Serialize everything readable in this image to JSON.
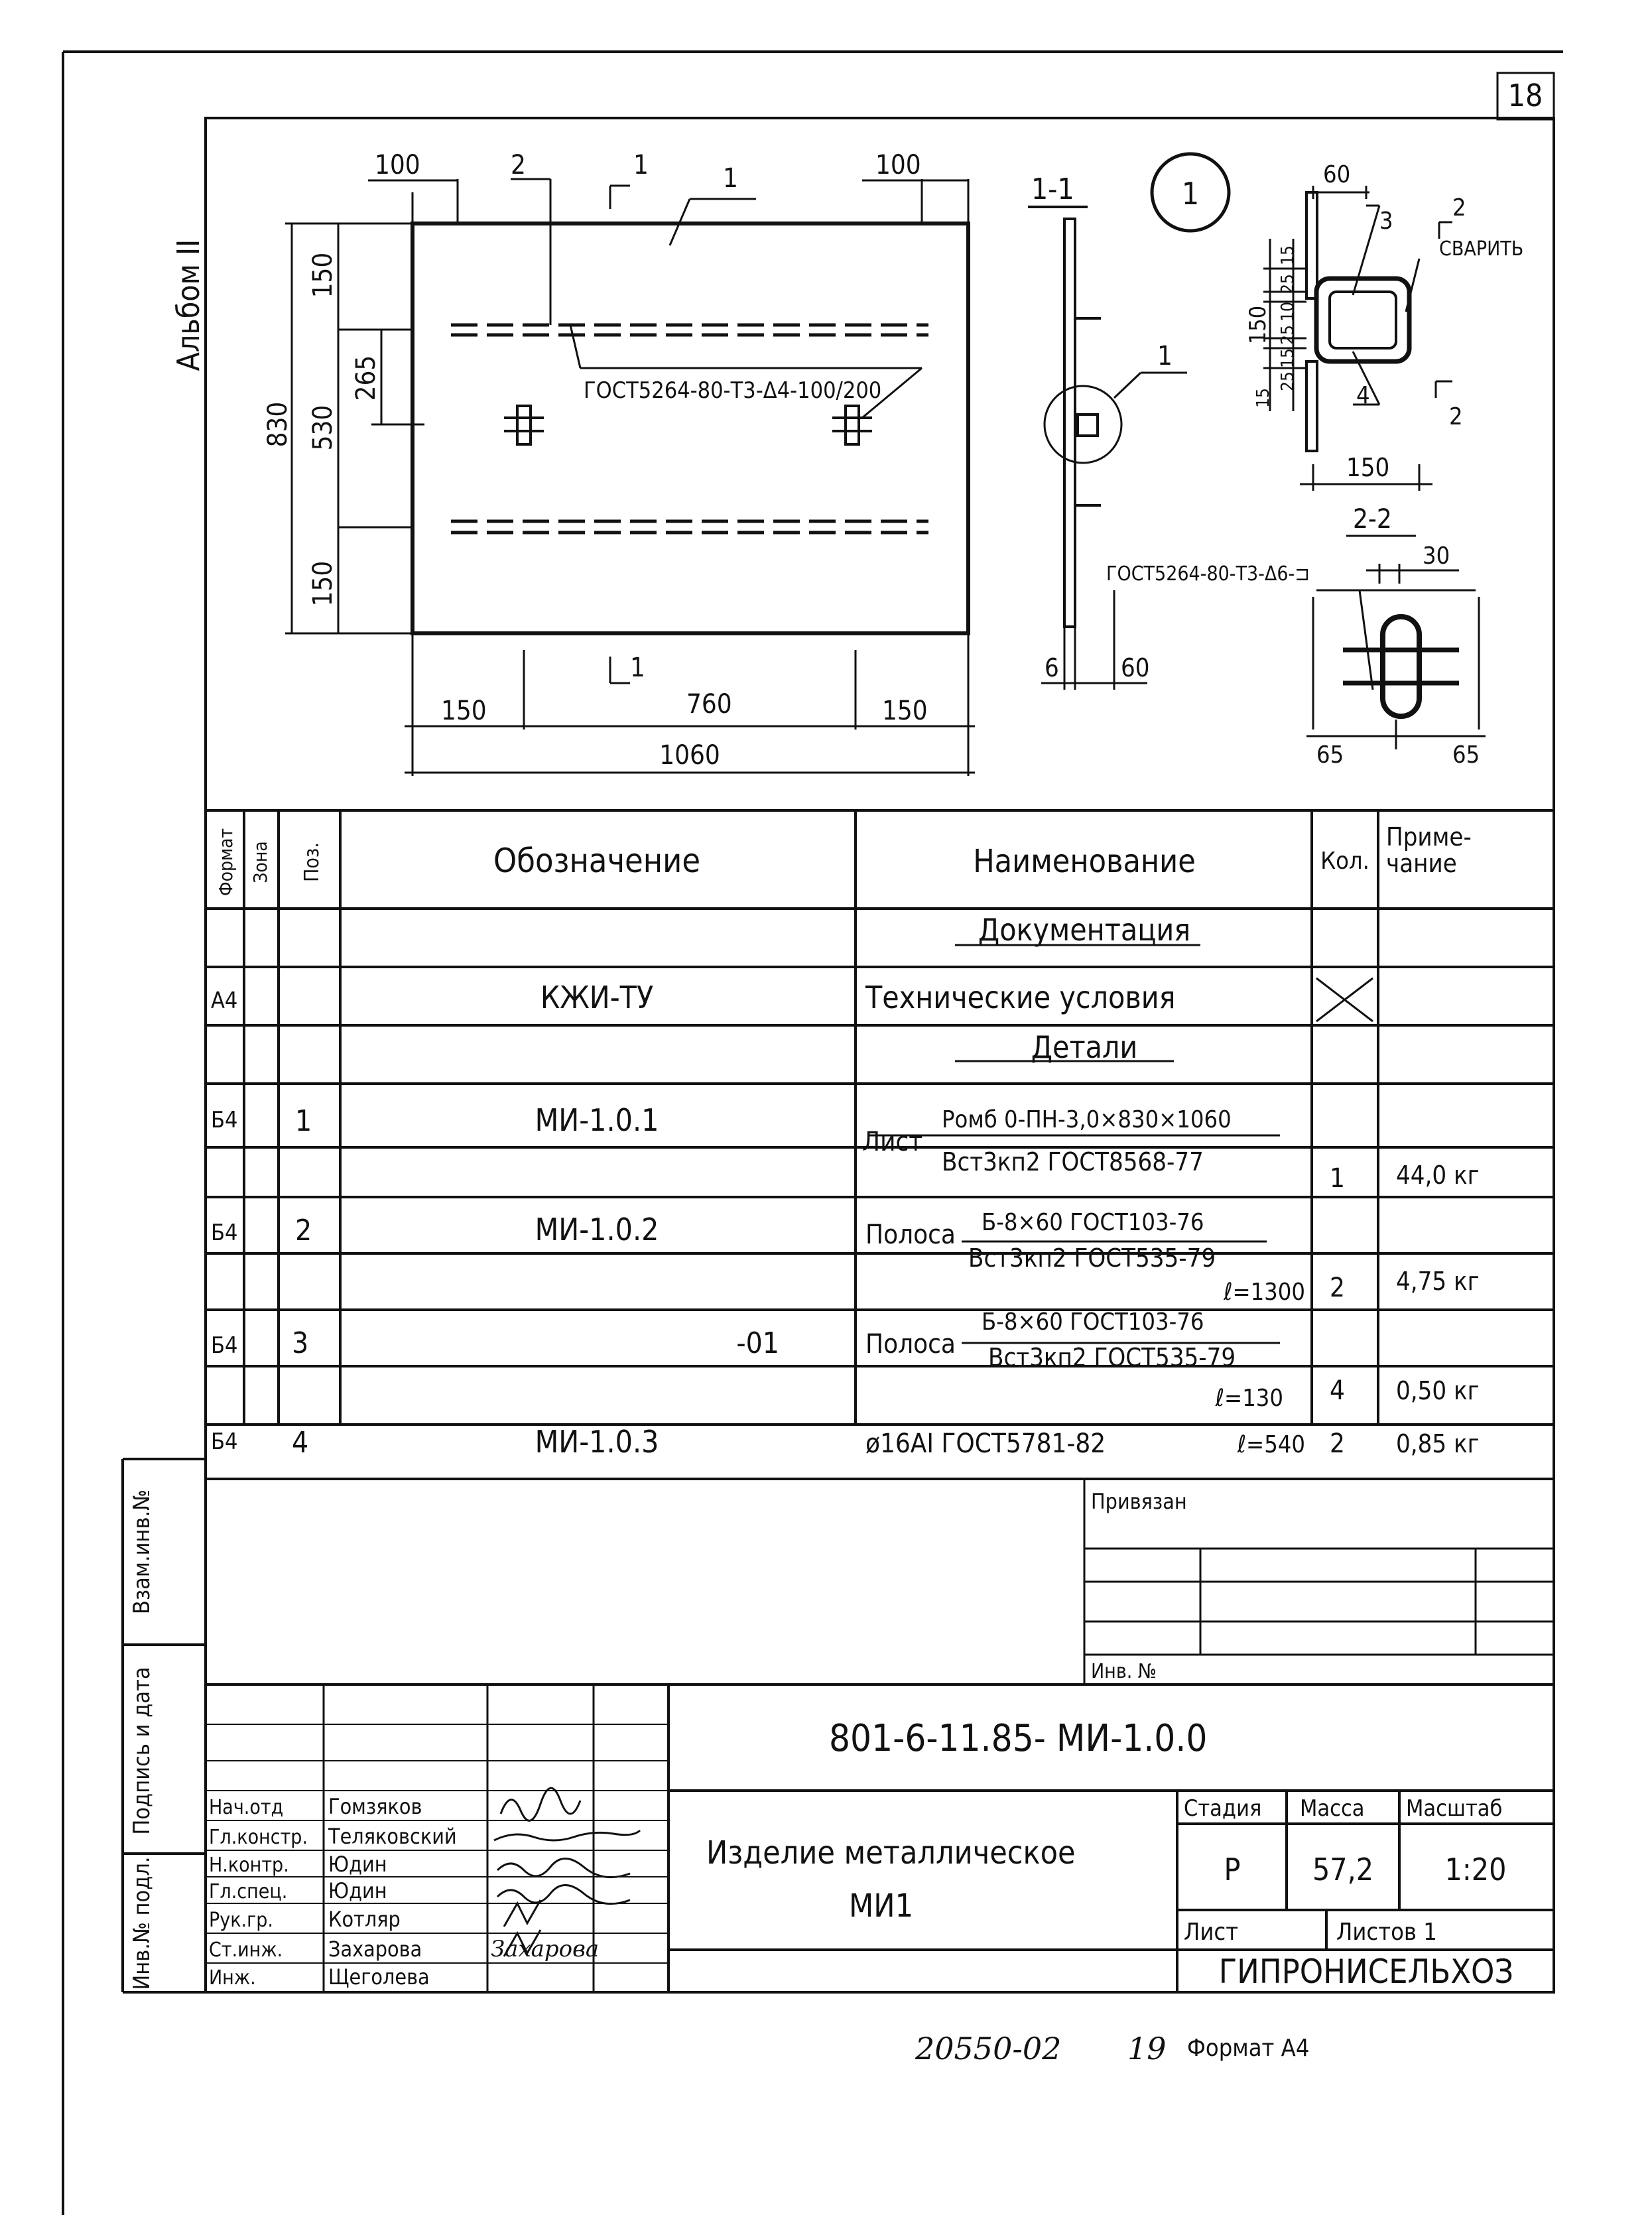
{
  "sheet_number": "18",
  "album_label": "Альбом II",
  "main_view": {
    "dims": [
      "100",
      "2",
      "1",
      "1",
      "100",
      "830",
      "150",
      "265",
      "530",
      "150",
      "150",
      "1",
      "760",
      "150",
      "1060"
    ],
    "weld_callout": "ГОСТ5264-80-Т3-Δ4-100/200"
  },
  "section_1_1": {
    "title": "1-1",
    "dim_left": "6",
    "dim_right": "60",
    "callout": "1"
  },
  "detail_1": {
    "number": "1",
    "dims": [
      "60",
      "3",
      "2",
      "СВАРИТЬ",
      "15",
      "25",
      "10",
      "25",
      "150",
      "15",
      "25",
      "15",
      "4",
      "2",
      "150"
    ]
  },
  "section_2_2": {
    "title": "2-2",
    "callout": "ГОСТ5264-80-Т3-Δ6-⊐",
    "dims": [
      "30",
      "65",
      "65"
    ]
  },
  "spec_table": {
    "headers": {
      "format": "Формат",
      "zone": "Зона",
      "pos": "Поз.",
      "designation": "Обозначение",
      "name": "Наименование",
      "qty": "Кол.",
      "note": "Приме-\nчание"
    },
    "rows": [
      {
        "heading": "Документация"
      },
      {
        "format": "А4",
        "designation": "КЖИ-ТУ",
        "name": "Технические условия",
        "qty_cross": true
      },
      {
        "heading": "Детали"
      },
      {
        "format": "Б4",
        "pos": "1",
        "designation": "МИ-1.0.1",
        "name_prefix": "Лист",
        "name_top": "Ромб 0-ПН-3,0×830×1060",
        "name_bottom": "Вст3кп2 ГОСТ8568-77",
        "qty": "1",
        "note": "44,0 кг"
      },
      {
        "format": "Б4",
        "pos": "2",
        "designation": "МИ-1.0.2",
        "name_prefix": "Полоса",
        "name_top": "Б-8×60 ГОСТ103-76",
        "name_bottom": "Вст3кп2 ГОСТ535-79",
        "length": "ℓ=1300",
        "qty": "2",
        "note": "4,75 кг"
      },
      {
        "format": "Б4",
        "pos": "3",
        "designation": "-01",
        "name_prefix": "Полоса",
        "name_top": "Б-8×60 ГОСТ103-76",
        "name_bottom": "Вст3кп2 ГОСТ535-79",
        "length": "ℓ=130",
        "qty": "4",
        "note": "0,50 кг"
      },
      {
        "format": "Б4",
        "pos": "4",
        "designation": "МИ-1.0.3",
        "name": "ø16АI ГОСТ5781-82",
        "length": "ℓ=540",
        "qty": "2",
        "note": "0,85 кг"
      }
    ]
  },
  "binding": {
    "label": "Привязан",
    "inv_label": "Инв. №"
  },
  "side_strips": [
    "Взам.инв.№",
    "Подпись и дата",
    "Инв.№ подл."
  ],
  "title_block": {
    "document_code": "801-6-11.85- МИ-1.0.0",
    "title_line1": "Изделие металлическое",
    "title_line2": "МИ1",
    "stage_label": "Стадия",
    "mass_label": "Масса",
    "scale_label": "Масштаб",
    "stage": "Р",
    "mass": "57,2",
    "scale": "1:20",
    "sheet_label": "Лист",
    "sheets_label": "Листов 1",
    "organization": "ГИПРОНИСЕЛЬХОЗ",
    "people": [
      {
        "role": "Нач.отд",
        "name": "Гомзяков"
      },
      {
        "role": "Гл.констр.",
        "name": "Теляковский"
      },
      {
        "role": "Н.контр.",
        "name": "Юдин"
      },
      {
        "role": "Гл.спец.",
        "name": "Юдин"
      },
      {
        "role": "Рук.гр.",
        "name": "Котляр"
      },
      {
        "role": "Ст.инж.",
        "name": "Захарова"
      },
      {
        "role": "Инж.",
        "name": "Щеголева"
      }
    ]
  },
  "footer": {
    "archive": "20550-02",
    "page": "19",
    "format": "Формат А4"
  }
}
